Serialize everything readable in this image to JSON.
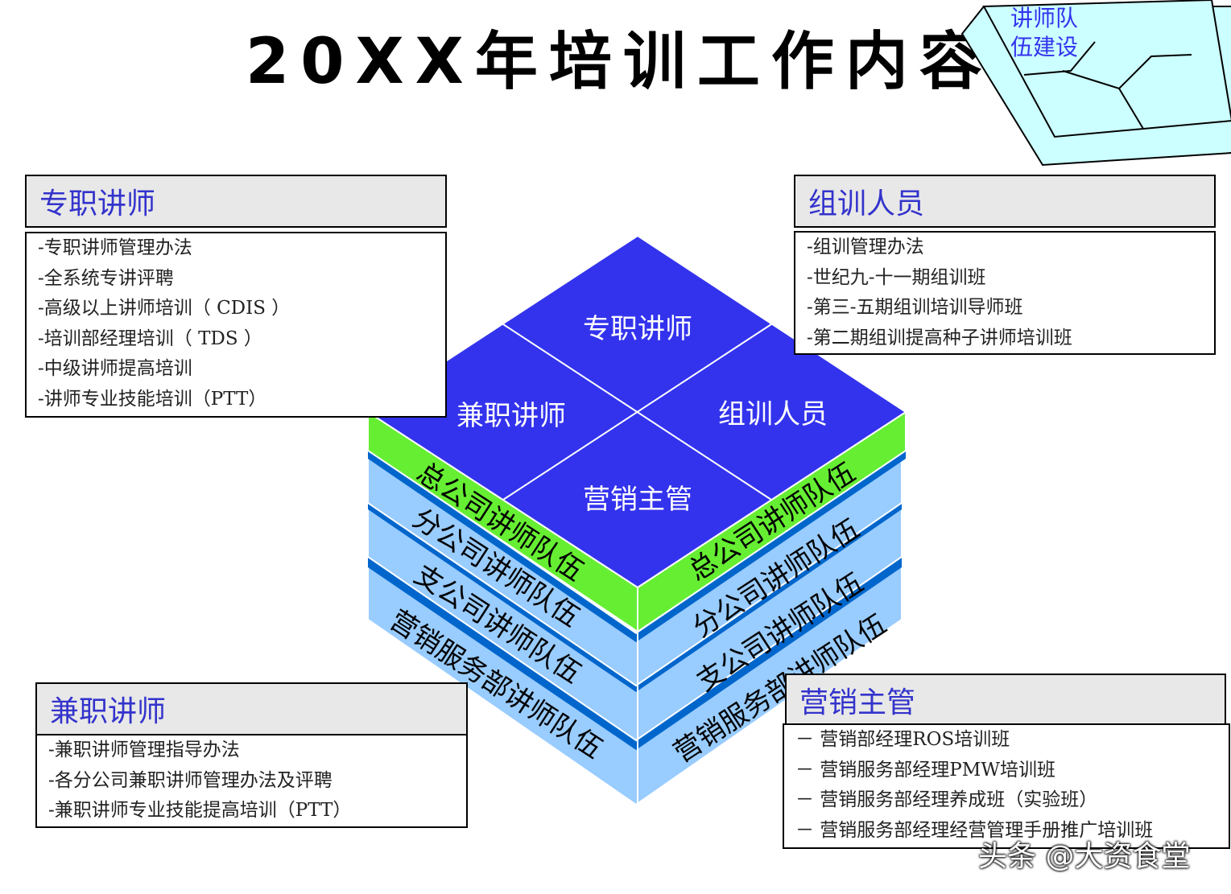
{
  "title": "20XX年培训工作内容",
  "puzzle_label": [
    "讲师队",
    "伍建设"
  ],
  "boxes": {
    "fulltime": {
      "title": "专职讲师",
      "items": [
        "-专职讲师管理办法",
        "-全系统专讲评聘",
        "-高级以上讲师培训（ CDIS ）",
        "-培训部经理培训（ TDS ）",
        "-中级讲师提高培训",
        "-讲师专业技能培训（PTT）"
      ]
    },
    "organizers": {
      "title": "组训人员",
      "items": [
        "-组训管理办法",
        "-世纪九-十一期组训班",
        "-第三-五期组训培训导师班",
        "-第二期组训提高种子讲师培训班"
      ]
    },
    "parttime": {
      "title": "兼职讲师",
      "items": [
        "-兼职讲师管理指导办法",
        "-各分公司兼职讲师管理办法及评聘",
        "-兼职讲师专业技能提高培训（PTT）"
      ]
    },
    "sales": {
      "title": "营销主管",
      "items": [
        "－ 营销部经理ROS培训班",
        "－ 营销服务部经理PMW培训班",
        "－ 营销服务部经理养成班（实验班）",
        "－ 营销服务部经理经营管理手册推广培训班"
      ]
    }
  },
  "cube": {
    "top": [
      "专职讲师",
      "兼职讲师",
      "组训人员",
      "营销主管"
    ],
    "layers": [
      "总公司讲师队伍",
      "分公司讲师队伍",
      "支公司讲师队伍",
      "营销服务部讲师队伍"
    ]
  },
  "colors": {
    "top": "#3333ee",
    "green": "#66ee33",
    "light": "#99ccff",
    "band": "#0066cc",
    "header_text": "#3333cc"
  },
  "watermark": "头条 @大资食堂"
}
